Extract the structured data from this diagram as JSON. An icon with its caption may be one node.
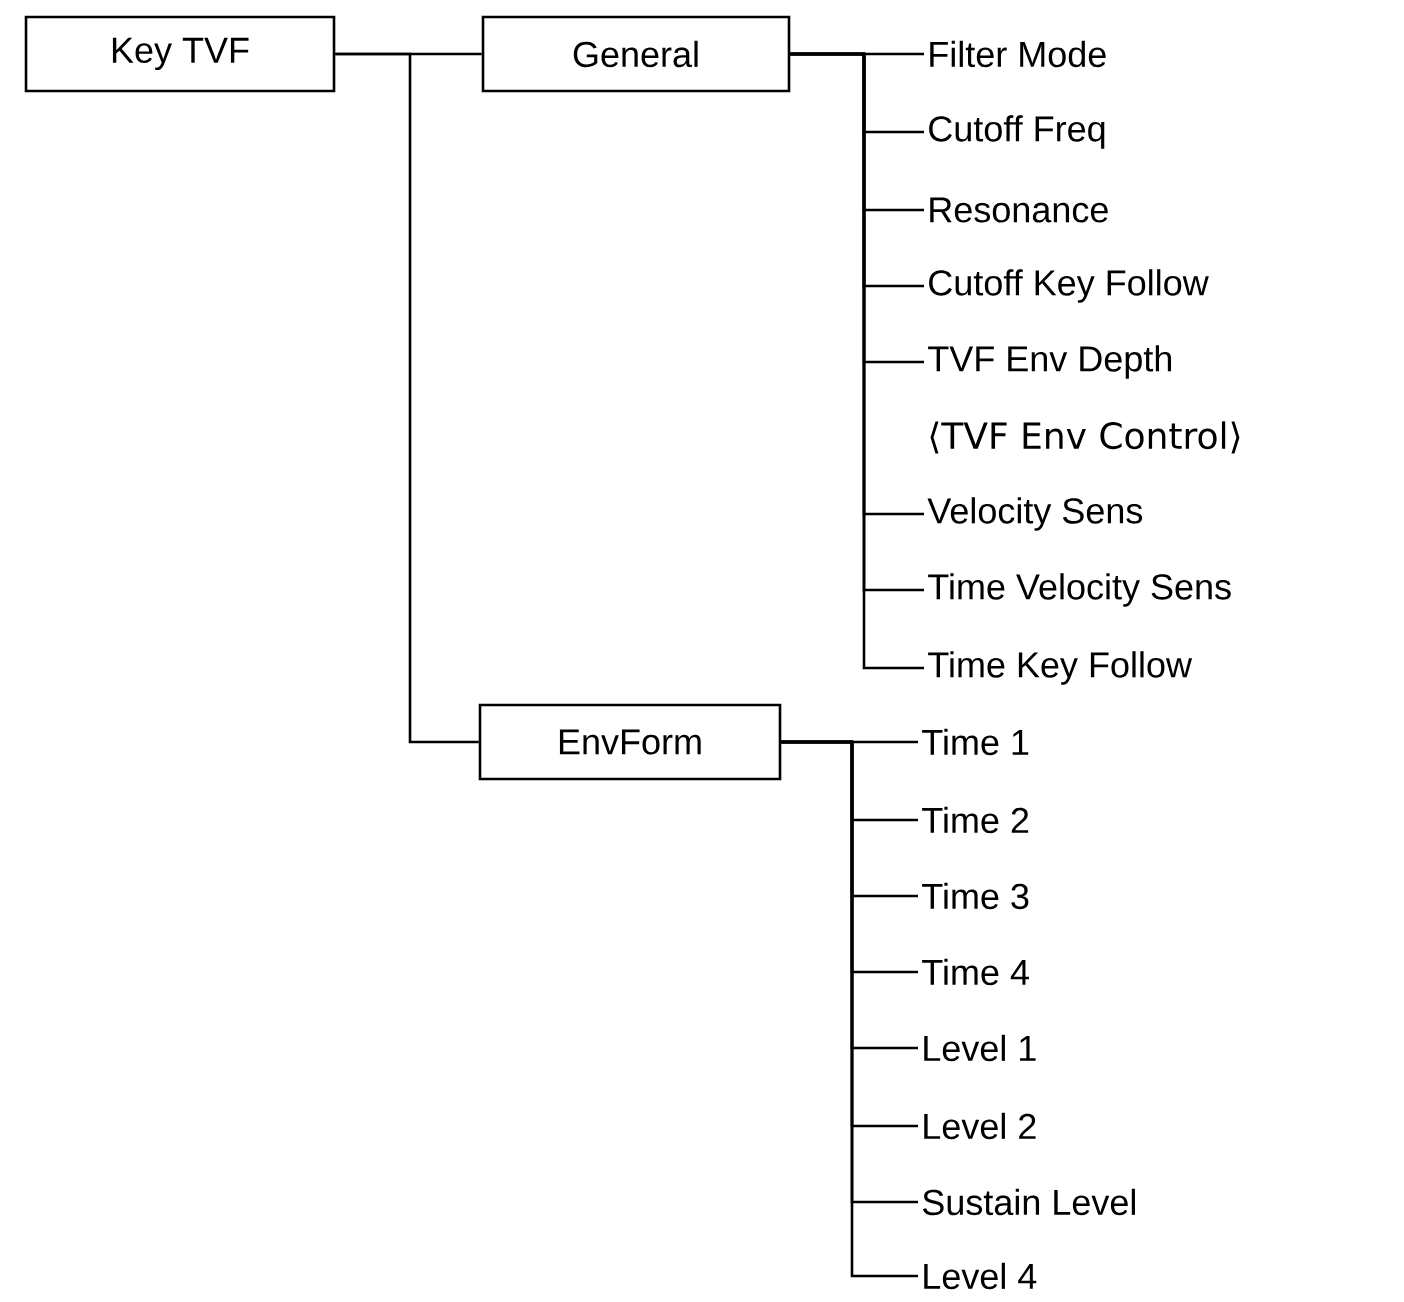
{
  "diagram": {
    "nodes": [
      {
        "text": [
          "Key TVF"
        ]
      },
      {
        "text": [
          "General"
        ]
      },
      {
        "text": [
          "EnvForm"
        ]
      },
      {
        "text": [
          "Filter Mode"
        ]
      },
      {
        "text": [
          "Cutoff Freq"
        ]
      },
      {
        "text": [
          "Resonance"
        ]
      },
      {
        "text": [
          "Cutoff Key Follow"
        ]
      },
      {
        "text": [
          "TVF Env Depth"
        ],
        "beside": [
          "⟨TVF Env Control⟩"
        ]
      },
      {
        "text": [
          "Velocity Sens"
        ]
      },
      {
        "text": [
          "Time Velocity Sens"
        ]
      },
      {
        "text": [
          "Time Key Follow"
        ]
      },
      {
        "text": [
          "Time 1"
        ]
      },
      {
        "text": [
          "Time 2"
        ]
      },
      {
        "text": [
          "Time 3"
        ]
      },
      {
        "text": [
          "Time 4"
        ]
      },
      {
        "text": [
          "Level 1"
        ]
      },
      {
        "text": [
          "Level 2"
        ]
      },
      {
        "text": [
          "Sustain Level"
        ]
      },
      {
        "text": [
          "Level 4"
        ]
      }
    ],
    "edges": [
      {
        "from": 0,
        "to": 1,
        "arrow": "none"
      },
      {
        "from": 0,
        "to": 2,
        "arrow": "none"
      },
      {
        "from": 1,
        "to": 3,
        "arrow": "none"
      },
      {
        "from": 1,
        "to": 4,
        "arrow": "none"
      },
      {
        "from": 1,
        "to": 5,
        "arrow": "none"
      },
      {
        "from": 1,
        "to": 6,
        "arrow": "none"
      },
      {
        "from": 1,
        "to": 7,
        "arrow": "none"
      },
      {
        "from": 1,
        "to": 8,
        "arrow": "none"
      },
      {
        "from": 1,
        "to": 9,
        "arrow": "none"
      },
      {
        "from": 1,
        "to": 10,
        "arrow": "none"
      },
      {
        "from": 2,
        "to": 11,
        "arrow": "none"
      },
      {
        "from": 2,
        "to": 12,
        "arrow": "none"
      },
      {
        "from": 2,
        "to": 13,
        "arrow": "none"
      },
      {
        "from": 2,
        "to": 14,
        "arrow": "none"
      },
      {
        "from": 2,
        "to": 15,
        "arrow": "none"
      },
      {
        "from": 2,
        "to": 16,
        "arrow": "none"
      },
      {
        "from": 2,
        "to": 17,
        "arrow": "none"
      },
      {
        "from": 2,
        "to": 18,
        "arrow": "none"
      }
    ]
  }
}
